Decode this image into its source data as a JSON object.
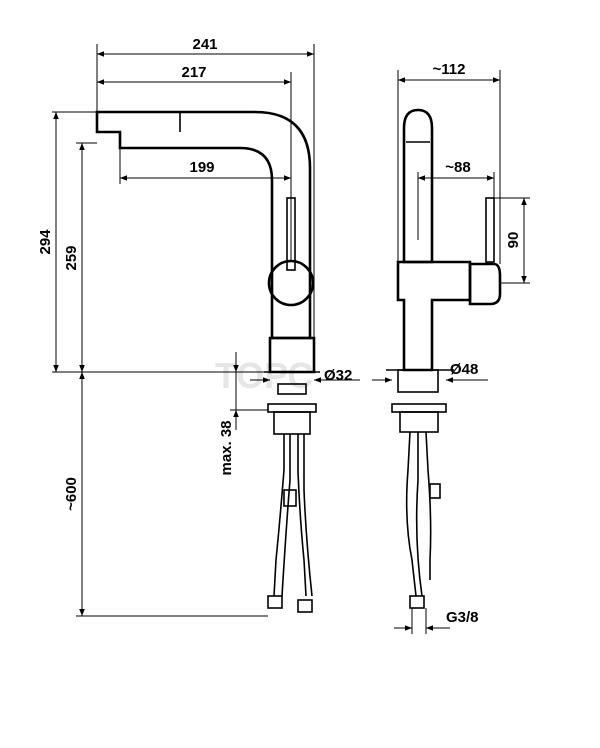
{
  "drawing": {
    "title": "",
    "watermark": "ТОРС",
    "colors": {
      "ink": "#000000",
      "paper": "#ffffff",
      "watermark": "#e6e6e6"
    }
  },
  "dimensions": {
    "total_reach": "241",
    "spout_reach": "217",
    "spout_outlet_reach": "199",
    "total_height": "294",
    "outlet_height": "259",
    "hose_length": "~600",
    "max_deck_thickness": "max. 38",
    "body_diameter": "Ø32",
    "side_width": "~112",
    "lever_offset": "~88",
    "lever_height": "90",
    "base_diameter": "Ø48",
    "connection_thread": "G3/8"
  }
}
